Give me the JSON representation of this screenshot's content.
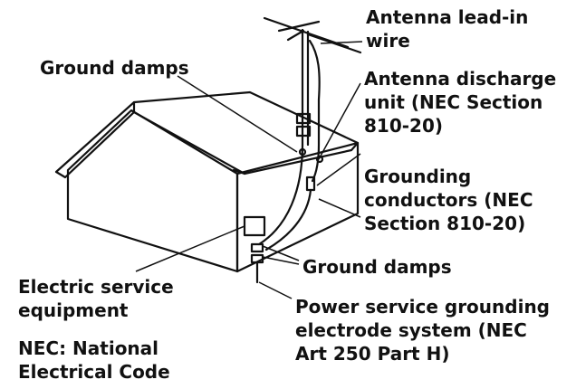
{
  "labels": {
    "antenna_lead_in": [
      "Antenna lead-in",
      "wire"
    ],
    "ground_clamps_top": "Ground damps",
    "antenna_discharge": [
      "Antenna discharge",
      "unit (NEC Section",
      "810-20)"
    ],
    "grounding_conductors": [
      "Grounding",
      "conductors (NEC",
      "Section 810-20)"
    ],
    "ground_clamps_bottom": "Ground damps",
    "electric_service": [
      "Electric service",
      "equipment"
    ],
    "power_service": [
      "Power service grounding",
      "electrode system (NEC",
      "Art 250 Part H)"
    ],
    "nec_note": [
      "NEC: National",
      "Electrical Code"
    ]
  },
  "colors": {
    "ink": "#111111",
    "background": "#ffffff"
  }
}
